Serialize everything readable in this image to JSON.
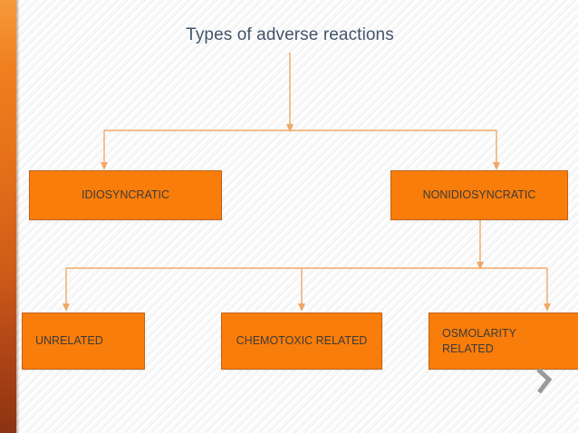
{
  "slide": {
    "title": "Types of adverse reactions",
    "title_color": "#44546a",
    "background_color": "#fcfcfc",
    "accent_color": "#f97d0a",
    "connector_color": "#f0a868",
    "left_band_top_color": "#f59a3c",
    "left_band_bottom_color": "#8c3312",
    "chevron_color": "#9a9a9a"
  },
  "diagram": {
    "type": "hierarchy",
    "root": "Types of adverse reactions",
    "level1": [
      {
        "id": "idiosyncratic",
        "label": "IDIOSYNCRATIC"
      },
      {
        "id": "nonidiosyncratic",
        "label": "NONIDIOSYNCRATIC"
      }
    ],
    "level2": [
      {
        "id": "unrelated",
        "label": "UNRELATED",
        "parent": "nonidiosyncratic"
      },
      {
        "id": "chemotoxic",
        "label": "CHEMOTOXIC RELATED",
        "parent": "nonidiosyncratic"
      },
      {
        "id": "osmolarity",
        "label": "OSMOLARITY\nRELATED",
        "parent": "nonidiosyncratic"
      }
    ]
  },
  "decoration": {
    "chevron_name": "chevron-right-icon"
  }
}
